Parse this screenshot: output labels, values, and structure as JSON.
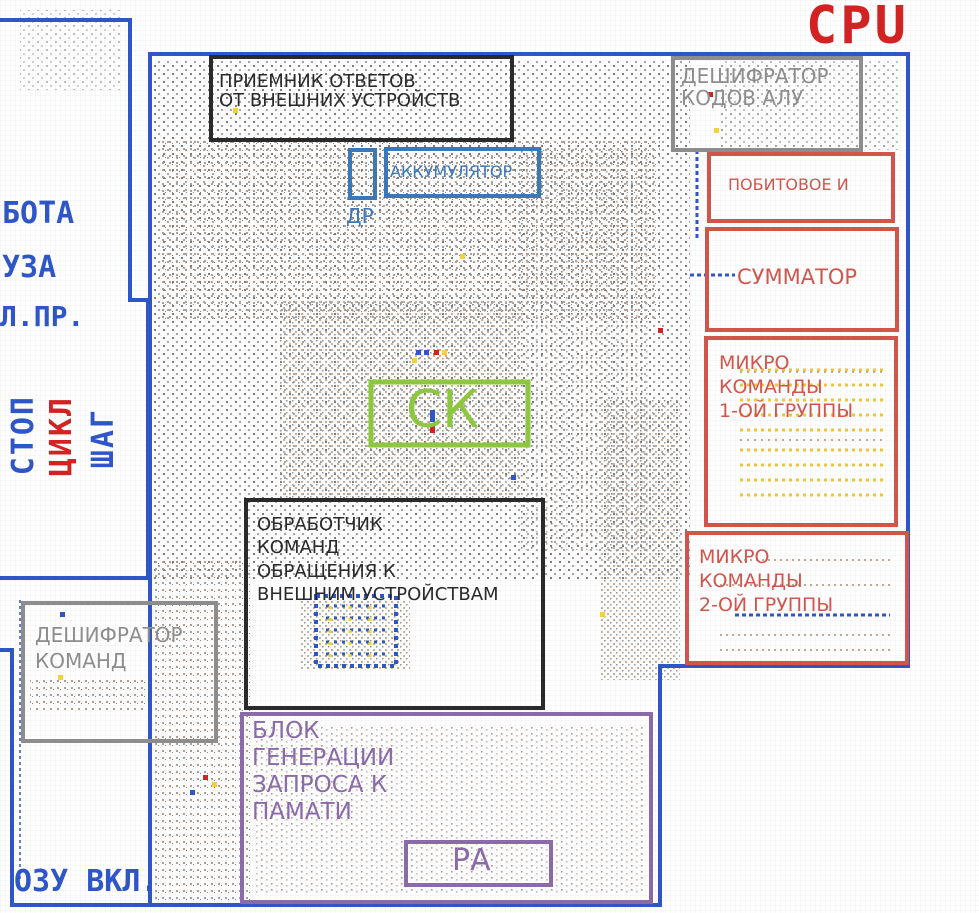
{
  "title": "CPU",
  "colors": {
    "blue": "#2f56c7",
    "red": "#d22222",
    "gray": "#8d8d8d",
    "black": "#2a2a2a",
    "steel": "#3c78b8",
    "green": "#8dc63f",
    "coral": "#d2554d",
    "purple": "#8a6aa8"
  },
  "blocks": {
    "io_receiver": "ПРИЕМНИК ОТВЕТОВ\nОТ ВНЕШНИХ УСТРОЙСТВ",
    "alu_decoder": "ДЕШИФРАТОР\nКОДОВ АЛУ",
    "dr": "ДР",
    "accumulator": "АККУМУЛЯТОР",
    "bitwise_and": "ПОБИТОВОЕ И",
    "adder": "СУММАТОР",
    "micro1": "МИКРО\nКОМАНДЫ\n1-ОЙ ГРУППЫ",
    "micro2": "МИКРО\nКОМАНДЫ\n2-ОЙ ГРУППЫ",
    "sk": "СК",
    "io_handler": "ОБРАБОТЧИК\nКОМАНД\nОБРАЩЕНИЯ К\nВНЕШНИМ УСТРОЙСТВАМ",
    "cmd_decoder": "ДЕШИФРАТОР\nКОМАНД",
    "mem_request": "БЛОК\nГЕНЕРАЦИИ\nЗАПРОСА К\nПАМАТИ",
    "ra": "РА"
  },
  "panel": {
    "line1": "БОТА",
    "line2": "УЗА",
    "line3": "Л.ПР.",
    "stop": "СТОП",
    "cycle": "ЦИКЛ",
    "step": "ШАГ",
    "ram_on": "ОЗУ ВКЛ."
  }
}
